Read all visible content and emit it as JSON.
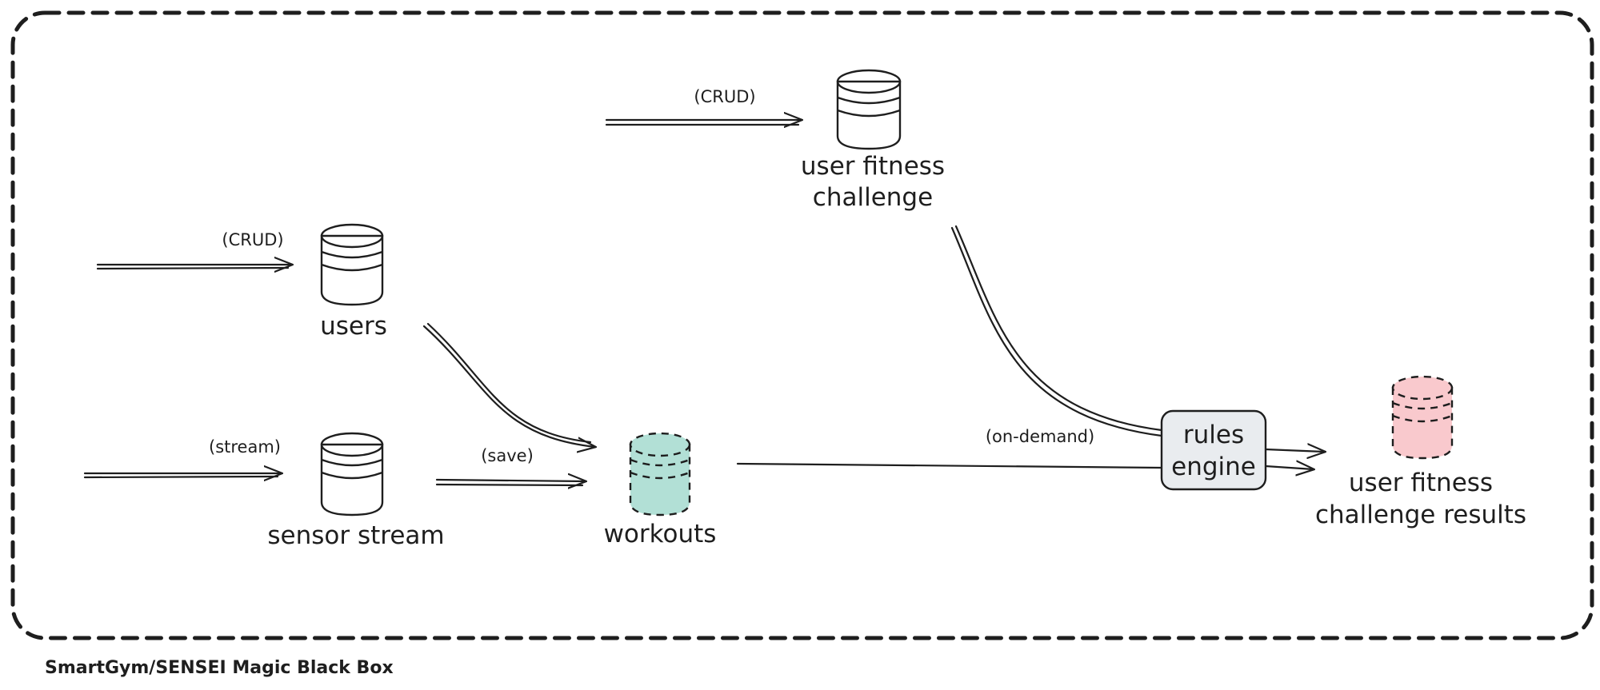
{
  "boundary": {
    "caption": "SmartGym/SENSEI Magic Black Box"
  },
  "nodes": {
    "users": {
      "label": "users",
      "color": "#b2e0d6"
    },
    "sensor_stream": {
      "label": "sensor stream",
      "color": "#fbea96"
    },
    "workouts": {
      "label": "workouts",
      "color": "#b2e0d6"
    },
    "user_fitness_challenge": {
      "label_lines": [
        "user fitness",
        "challenge"
      ],
      "color": "#f5c2e0"
    },
    "rules_engine": {
      "label_lines": [
        "rules",
        "engine"
      ],
      "color": "#e9ecef"
    },
    "user_fitness_challenge_results": {
      "label_lines": [
        "user fitness",
        "challenge results"
      ],
      "color": "#f9c9cd"
    }
  },
  "edge_labels": {
    "users_in": "(CRUD)",
    "challenge_in": "(CRUD)",
    "sensor_in": "(stream)",
    "save": "(save)",
    "on_demand": "(on-demand)"
  }
}
